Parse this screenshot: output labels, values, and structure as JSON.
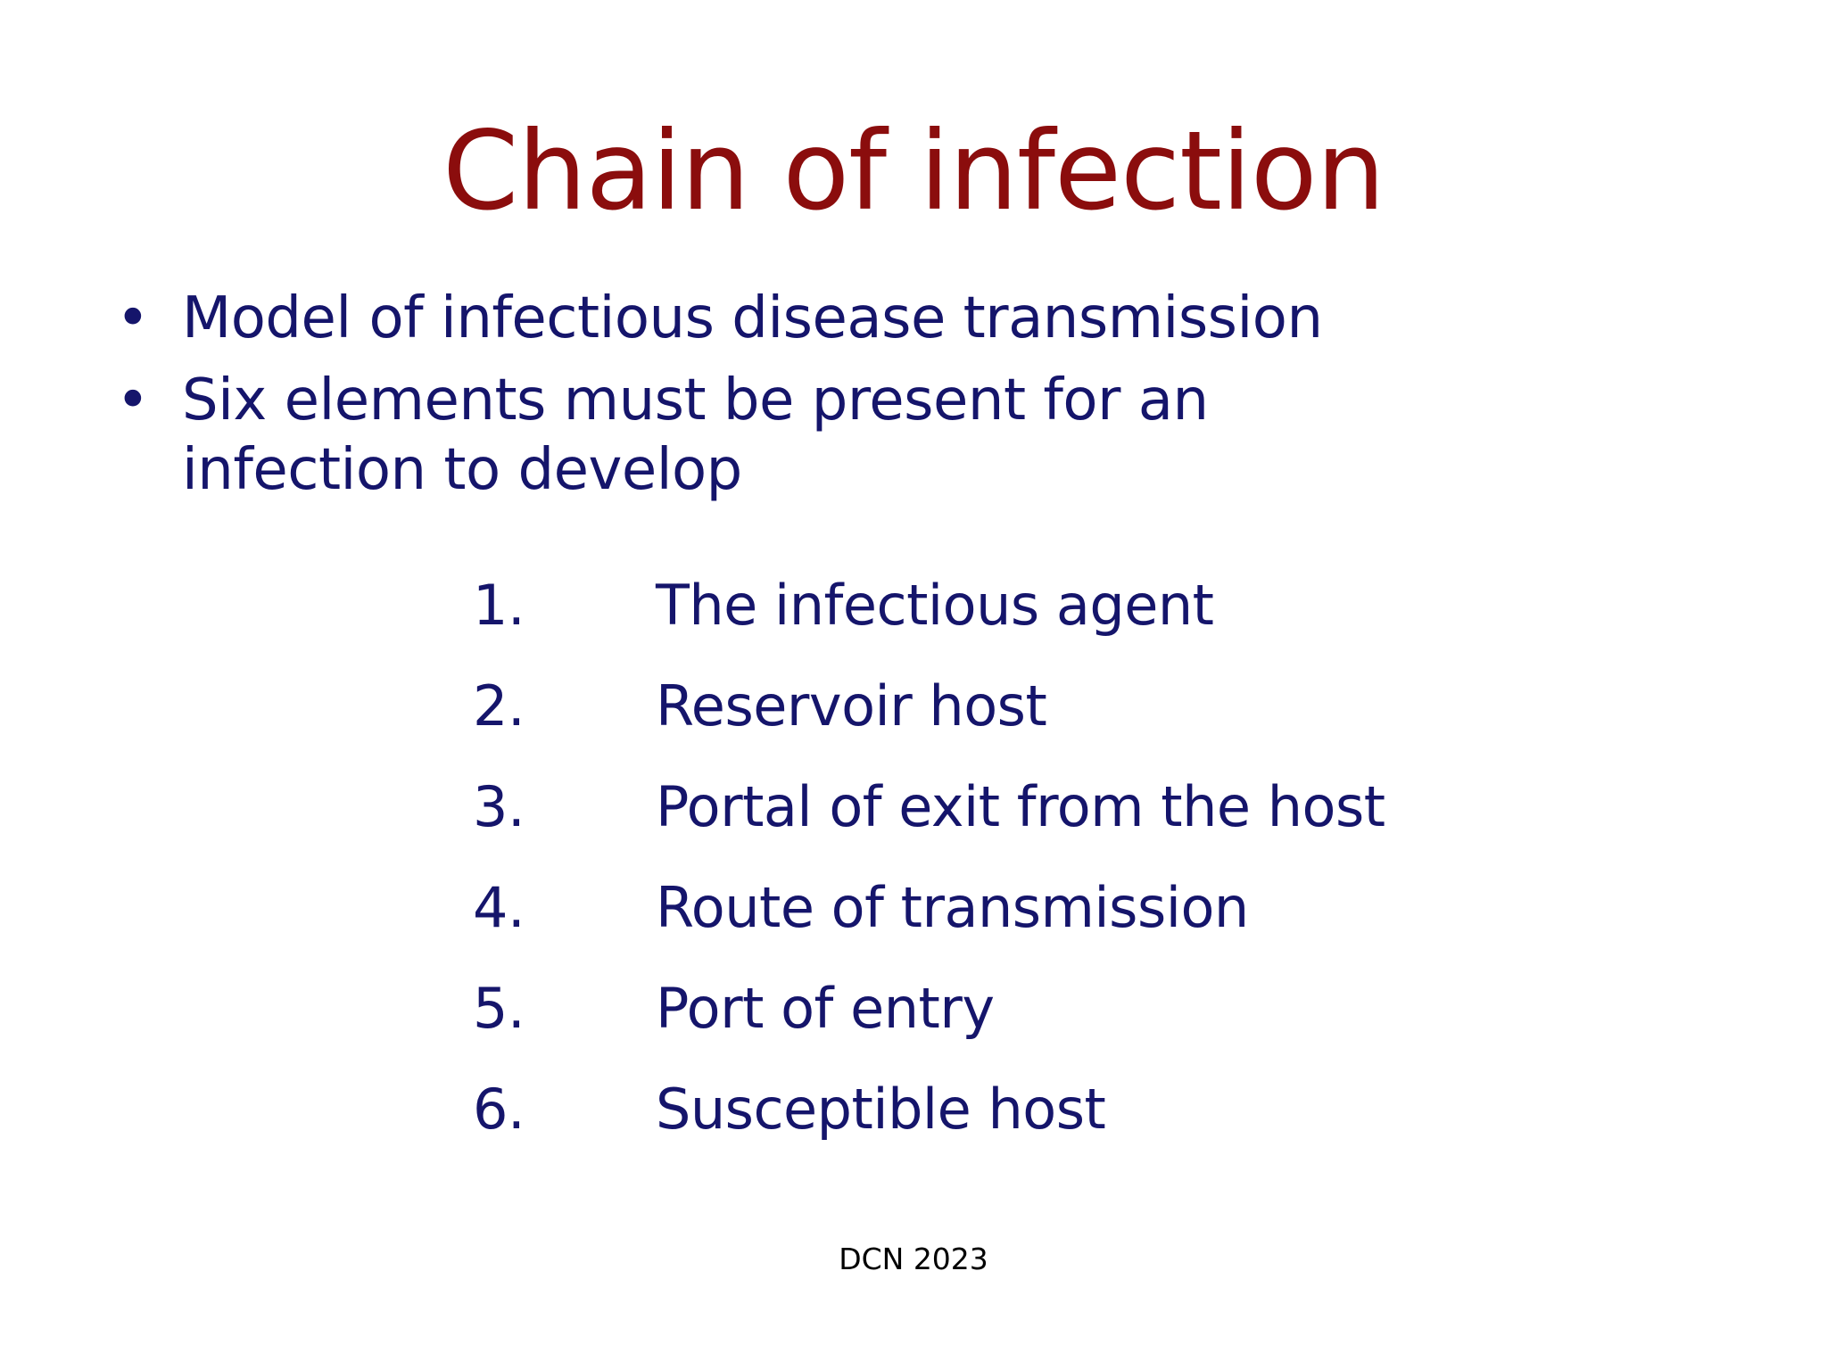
{
  "slide": {
    "title": "Chain of infection",
    "title_color": "#8B0D0D",
    "body_color": "#15156B",
    "footer_color": "#000000",
    "background_color": "#FFFFFF",
    "bullets": [
      {
        "marker": "•",
        "text": "Model of infectious disease transmission"
      },
      {
        "marker": "•",
        "text": "Six elements must be present for an infection to develop"
      }
    ],
    "numbered_items": [
      {
        "index": "1.",
        "label": "The infectious agent"
      },
      {
        "index": "2.",
        "label": "Reservoir host"
      },
      {
        "index": "3.",
        "label": "Portal of exit from the host"
      },
      {
        "index": "4.",
        "label": "Route of transmission"
      },
      {
        "index": "5.",
        "label": "Port of entry"
      },
      {
        "index": "6.",
        "label": "Susceptible host"
      }
    ],
    "footer": "DCN 2023"
  }
}
